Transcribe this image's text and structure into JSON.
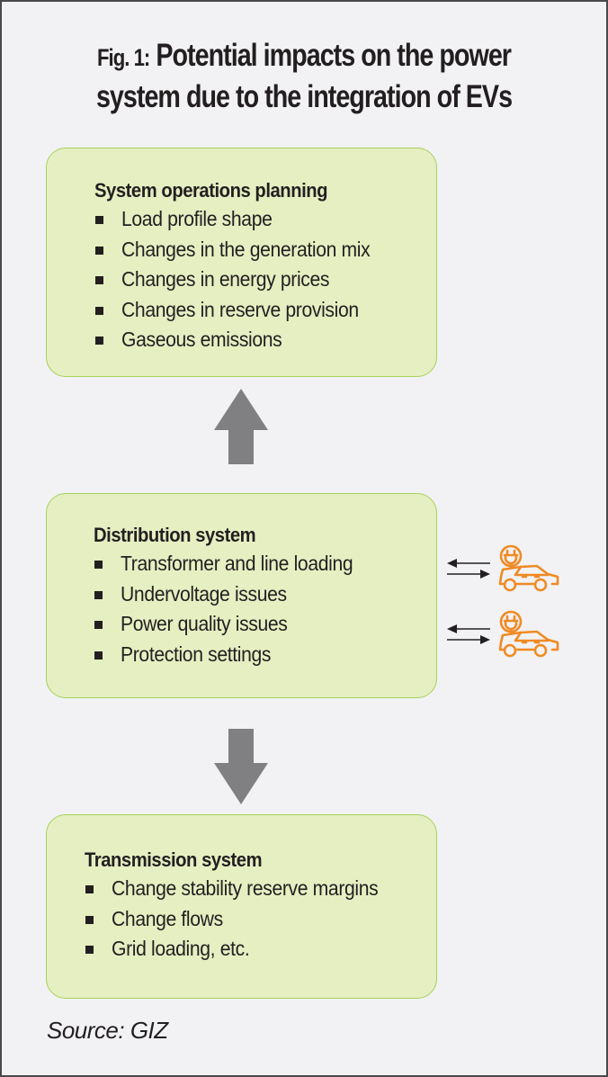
{
  "figure": {
    "fig_label": "Fig. 1:",
    "title_line1": "Potential impacts on the power",
    "title_line2": "system due to the integration of EVs"
  },
  "boxes": {
    "operations": {
      "title": "System operations planning",
      "items": [
        "Load profile shape",
        "Changes in the generation mix",
        "Changes in energy prices",
        "Changes in reserve provision",
        "Gaseous emissions"
      ]
    },
    "distribution": {
      "title": "Distribution system",
      "items": [
        "Transformer and line loading",
        "Undervoltage issues",
        "Power quality issues",
        "Protection settings"
      ]
    },
    "transmission": {
      "title": "Transmission system",
      "items": [
        "Change stability reserve margins",
        "Change flows",
        "Grid loading, etc."
      ]
    }
  },
  "icons": {
    "arrow_up": "arrow-up-icon",
    "arrow_down": "arrow-down-icon",
    "ev": "electric-car-icon",
    "bidirectional": "bidirectional-arrows-icon"
  },
  "colors": {
    "box_fill": "#e5efc2",
    "box_border": "#a9d05a",
    "arrow_gray": "#808082",
    "ev_orange": "#f08a24",
    "background": "#f2f2f4",
    "text": "#231f20"
  },
  "source": "Source: GIZ"
}
